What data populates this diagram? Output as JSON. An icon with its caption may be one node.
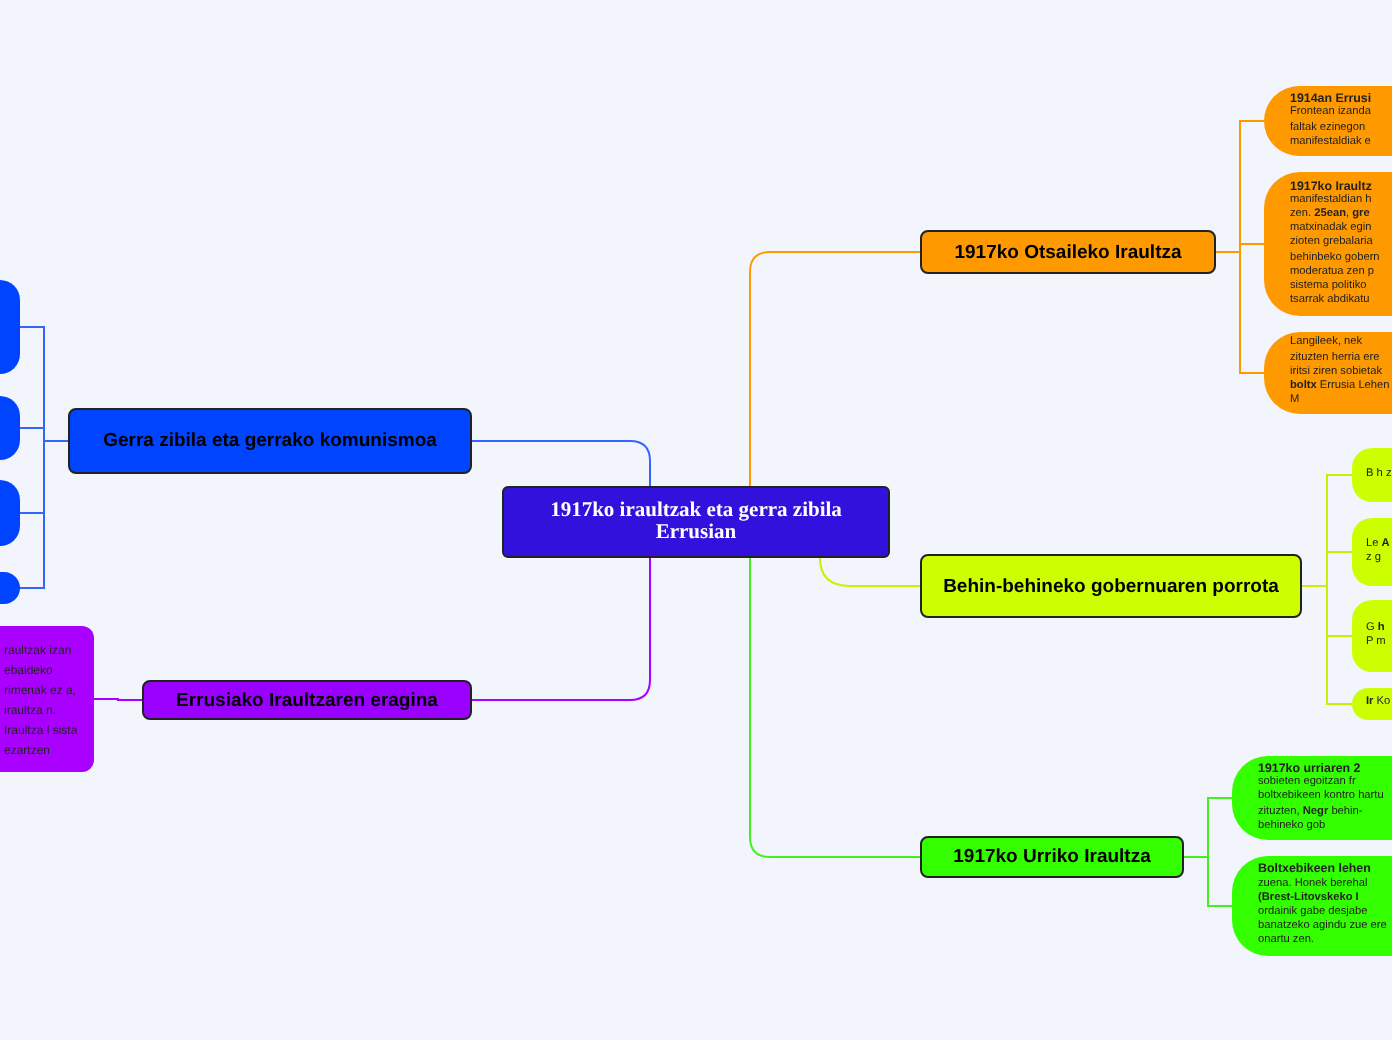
{
  "diagram": {
    "nodes": [
      {
        "text": [
          "1917ko iraultzak eta gerra zibila Errusian"
        ]
      },
      {
        "text": [
          "1917ko Otsaileko Iraultza"
        ]
      },
      {
        "text": [
          "1914an Errusi",
          "Frontean izanda faltak ezinegon manifestaldiak e"
        ]
      },
      {
        "text": [
          "1917ko Iraultz",
          "manifestaldian h zen. **25ean**, **gre** matxinadak egin zioten grebalaria behinbeko gobern moderatua zen p sistema politiko tsarrak abdikatu"
        ]
      },
      {
        "text": [
          "Langileek, nek zituzten herria ere iritsi ziren sobietak **boltx** Errusia Lehen M"
        ]
      },
      {
        "text": [
          "Behin-behineko gobernuaren porrota"
        ]
      },
      {
        "text": [
          "B h z"
        ]
      },
      {
        "text": [
          "Le **A** z g"
        ]
      },
      {
        "text": [
          "G **h** P m"
        ]
      },
      {
        "text": [
          "**Ir** Ko"
        ]
      },
      {
        "text": [
          "1917ko Urriko Iraultza"
        ]
      },
      {
        "text": [
          "1917ko urriaren 2",
          "sobieten egoitzan fr boltxebikeen kontro hartu zituzten, **Negr** behin-behineko gob"
        ]
      },
      {
        "text": [
          "Boltxebikeen lehen",
          "zuena. Honek berehal **(Brest-Litovskeko I** ordainik gabe desjabe banatzeko agindu zue ere onartu zen."
        ]
      },
      {
        "text": [
          "Gerra zibila eta gerrako komunismoa"
        ]
      },
      {
        "text": [],
        "shape": "circle"
      },
      {
        "text": [],
        "shape": "circle"
      },
      {
        "text": [],
        "shape": "circle"
      },
      {
        "text": [],
        "shape": "circle"
      },
      {
        "text": [
          "Errusiako Iraultzaren eragina"
        ]
      },
      {
        "text": [
          "raultzak izan ebaldeko rimenak ez a, iraultza n. Iraultza l sista ezartzen"
        ]
      }
    ],
    "edges": [
      {
        "from": 0,
        "to": 1,
        "arrow": "none",
        "color": "#ff9900"
      },
      {
        "from": 1,
        "to": 2,
        "arrow": "none",
        "color": "#ff9900"
      },
      {
        "from": 1,
        "to": 3,
        "arrow": "none",
        "color": "#ff9900"
      },
      {
        "from": 1,
        "to": 4,
        "arrow": "none",
        "color": "#ff9900"
      },
      {
        "from": 0,
        "to": 5,
        "arrow": "none",
        "color": "#ccee00"
      },
      {
        "from": 5,
        "to": 6,
        "arrow": "none",
        "color": "#ccee00"
      },
      {
        "from": 5,
        "to": 7,
        "arrow": "none",
        "color": "#ccee00"
      },
      {
        "from": 5,
        "to": 8,
        "arrow": "none",
        "color": "#ccee00"
      },
      {
        "from": 5,
        "to": 9,
        "arrow": "none",
        "color": "#ccee00"
      },
      {
        "from": 0,
        "to": 10,
        "arrow": "none",
        "color": "#44ee22"
      },
      {
        "from": 10,
        "to": 11,
        "arrow": "none",
        "color": "#44ee22"
      },
      {
        "from": 10,
        "to": 12,
        "arrow": "none",
        "color": "#44ee22"
      },
      {
        "from": 0,
        "to": 13,
        "arrow": "none",
        "color": "#3366ff"
      },
      {
        "from": 13,
        "to": 14,
        "arrow": "none",
        "color": "#3366ff"
      },
      {
        "from": 13,
        "to": 15,
        "arrow": "none",
        "color": "#3366ff"
      },
      {
        "from": 13,
        "to": 16,
        "arrow": "none",
        "color": "#3366ff"
      },
      {
        "from": 13,
        "to": 17,
        "arrow": "none",
        "color": "#3366ff"
      },
      {
        "from": 0,
        "to": 18,
        "arrow": "none",
        "color": "#aa00ff"
      },
      {
        "from": 18,
        "to": 19,
        "arrow": "none",
        "color": "#aa00ff"
      }
    ]
  }
}
